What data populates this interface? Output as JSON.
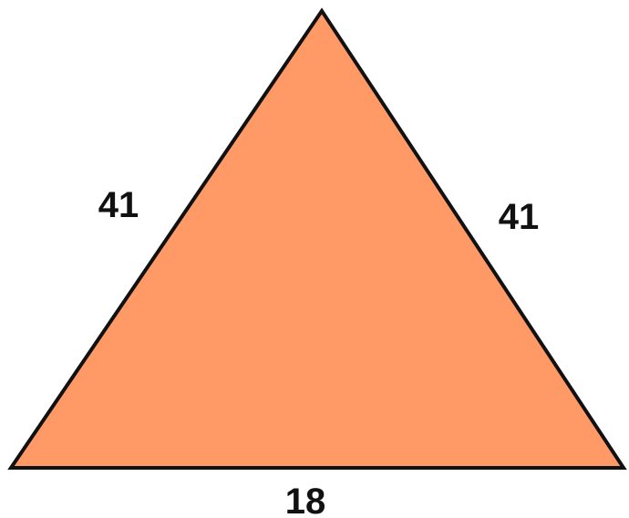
{
  "diagram": {
    "shape": "triangle",
    "fill_color": "#FF9966",
    "stroke_color": "#111111",
    "sides": {
      "left": "41",
      "right": "41",
      "bottom": "18"
    }
  }
}
